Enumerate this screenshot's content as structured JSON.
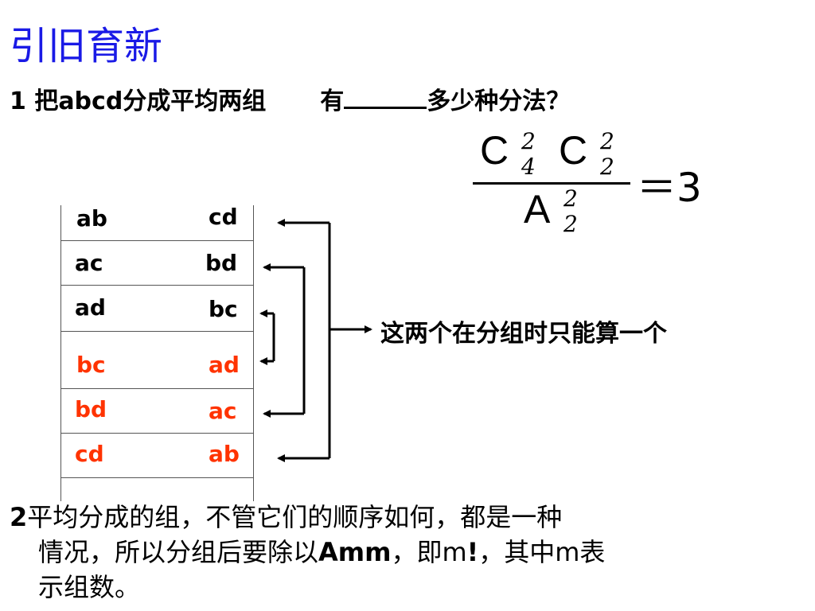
{
  "slide": {
    "title": "引旧育新",
    "q1_part1": "1 把abcd分成平均两组",
    "q1_part2": "有",
    "q1_part3": "多少种分法？",
    "formula": {
      "c1": "C",
      "c1_sup": "2",
      "c1_sub": "4",
      "c2": "C",
      "c2_sup": "2",
      "c2_sub": "2",
      "a": "A",
      "a_sup": "2",
      "a_sub": "2",
      "equals": "＝3"
    },
    "rows": [
      {
        "left": "ab",
        "right": "cd"
      },
      {
        "left": "ac",
        "right": "bd"
      },
      {
        "left": "ad",
        "right": "bc"
      },
      {
        "left": "bc",
        "right": "ad"
      },
      {
        "left": "bd",
        "right": "ac"
      },
      {
        "left": "cd",
        "right": "ab"
      }
    ],
    "red_color": "#ff3300",
    "note": "这两个在分组时只能算一个",
    "q2_line1_a": "2",
    "q2_line1_b": "平均分成的组，不管它们的顺序如何，都是一种",
    "q2_line2_a": "情况，所以分组后要除以",
    "q2_line2_b": "Amm",
    "q2_line2_c": "，即m",
    "q2_line2_d": "!",
    "q2_line2_e": "，其中m表",
    "q2_line3": "示组数。"
  }
}
